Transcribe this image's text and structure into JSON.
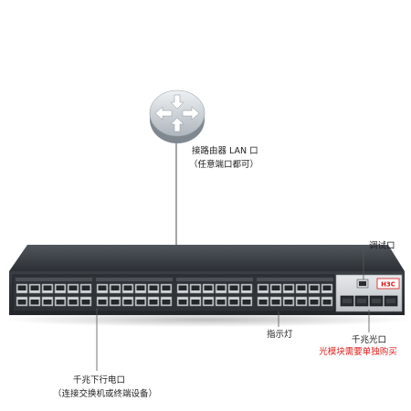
{
  "labels": {
    "router_port": "接路由器 LAN 口",
    "router_port_note": "（任意端口都可）",
    "console_port": "调试口",
    "indicator": "指示灯",
    "sfp_ports": "千兆光口",
    "sfp_note": "光模块需要单独购买",
    "downlink_ports": "千兆下行电口",
    "downlink_note": "（连接交换机或终端设备）"
  },
  "logo": "H3C",
  "icons": {
    "router": "router-icon",
    "switch": "switch-icon"
  },
  "colors": {
    "note_red": "#e0201c",
    "logo_red": "#d7141a",
    "switch_body": "#2e3236"
  }
}
